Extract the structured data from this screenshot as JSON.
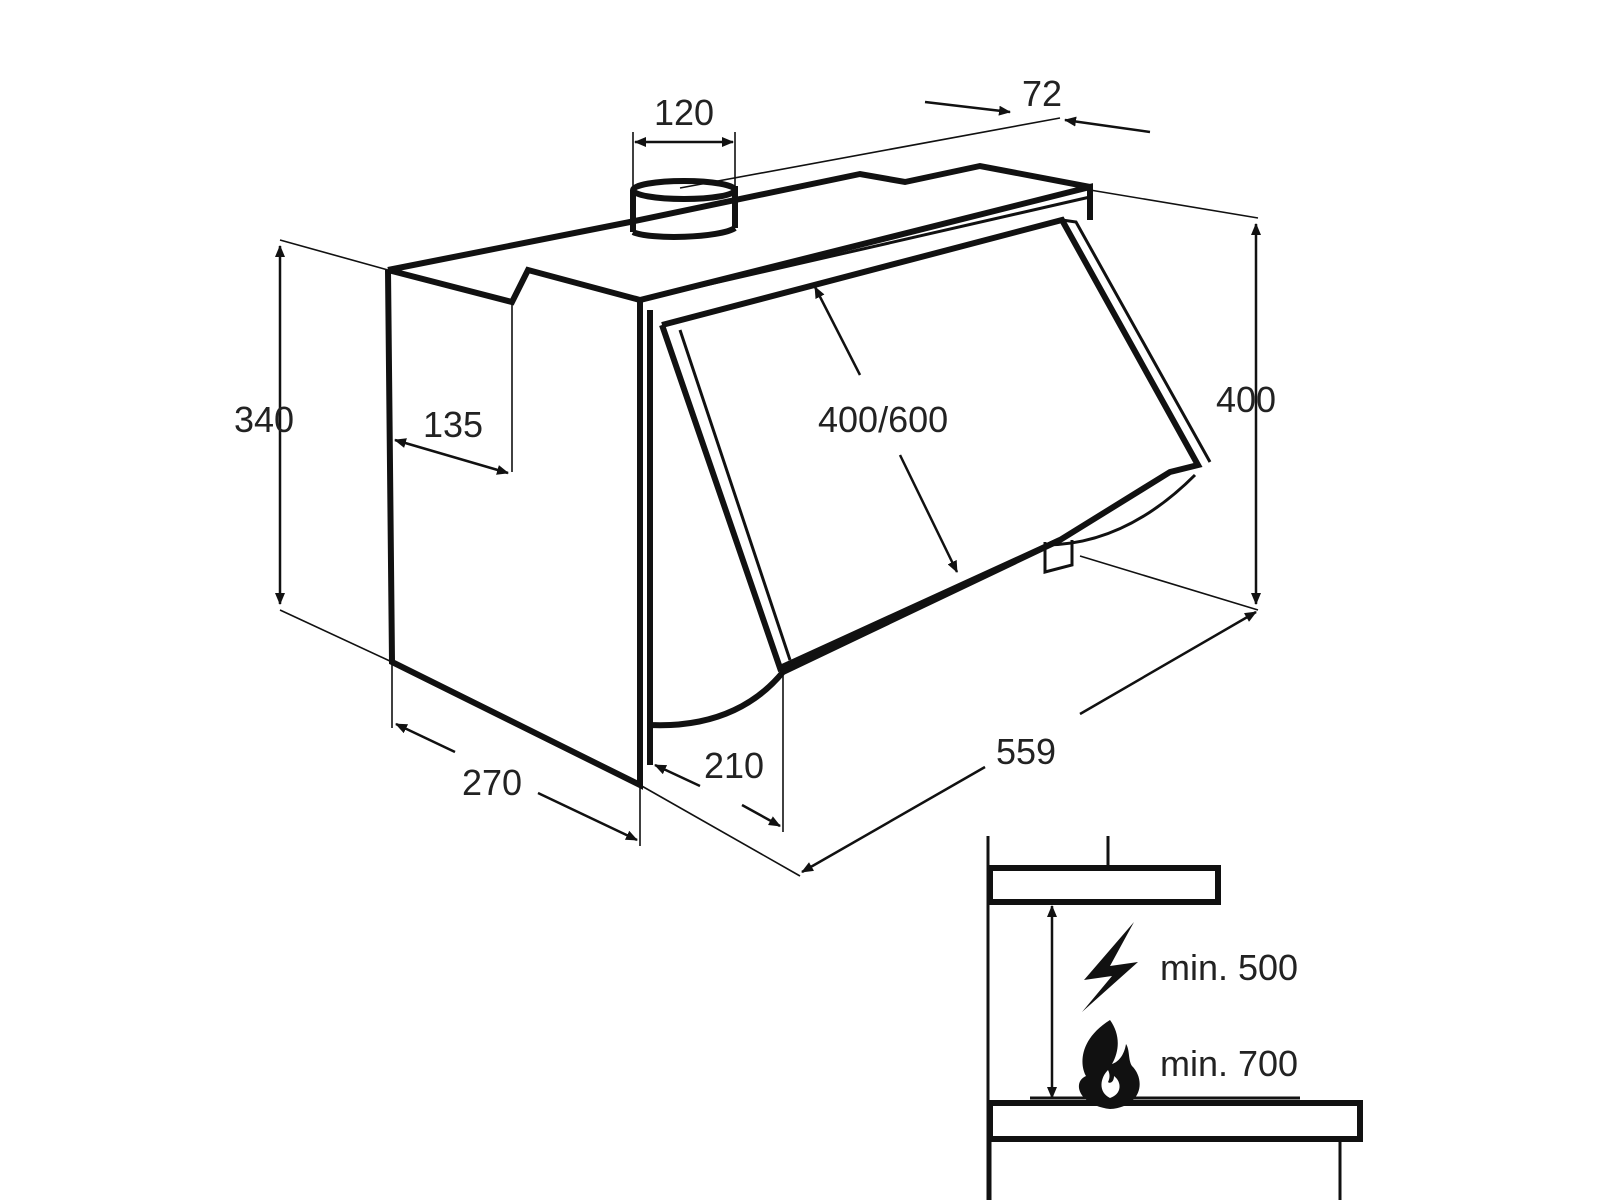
{
  "dimensions": {
    "duct_diameter": "120",
    "rear_offset": "72",
    "side_height": "340",
    "side_step": "135",
    "total_height": "400",
    "filter_depth": "400/600",
    "depth": "270",
    "front_depth": "210",
    "width": "559"
  },
  "clearance": {
    "electric_min": "min. 500",
    "gas_min": "min. 700"
  },
  "icons": {
    "electric": "lightning-bolt-icon",
    "gas": "flame-icon"
  }
}
